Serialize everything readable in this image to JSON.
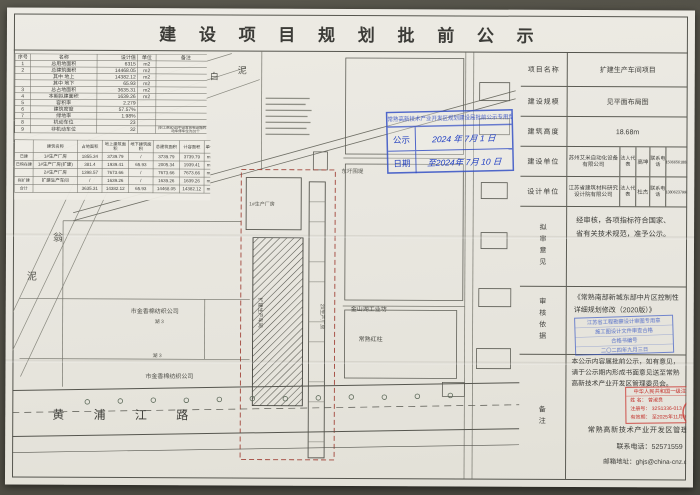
{
  "title": "建 设 项 目 规 划 批 前 公 示",
  "indicators_table": {
    "headers": [
      "序号",
      "名称",
      "设计值",
      "单位",
      "备注"
    ],
    "rows": [
      [
        "1",
        "总用地面积",
        "6315",
        "m2",
        ""
      ],
      [
        "2",
        "总建筑面积",
        "14468.05",
        "m2",
        ""
      ],
      [
        "",
        "其中 地上",
        "14382.12",
        "m2",
        ""
      ],
      [
        "",
        "其中 地下",
        "65.93",
        "m2",
        ""
      ],
      [
        "3",
        "总占地面积",
        "3635.31",
        "m2",
        ""
      ],
      [
        "4",
        "本期拟建面积",
        "1639.26",
        "m2",
        ""
      ],
      [
        "5",
        "容积率",
        "2.279",
        "",
        ""
      ],
      [
        "6",
        "建筑密度",
        "57.57%",
        "",
        ""
      ],
      [
        "7",
        "绿地率",
        "1.98%",
        "",
        ""
      ],
      [
        "8",
        "机动车位",
        "23",
        "",
        ""
      ],
      [
        "9",
        "非机动车位",
        "32",
        "",
        "(职工数80)其中设置充电设施的非机动车停车位为20个"
      ]
    ]
  },
  "buildings_table": {
    "headers": [
      "",
      "建筑名称",
      "占地面积",
      "地上建筑面积",
      "地下建筑面积",
      "总建筑面积",
      "计容面积",
      "单位",
      "备注"
    ],
    "rows": [
      [
        "已建",
        "1#生产厂房",
        "1855.34",
        "3739.79",
        "/",
        "3739.79",
        "3739.79",
        "m2",
        ""
      ],
      [
        "已购在建",
        "1#生产厂房(扩建)",
        "381.4",
        "1939.41",
        "65.93",
        "2005.34",
        "1939.41",
        "m2",
        ""
      ],
      [
        "",
        "2#生产厂房",
        "1398.57",
        "7673.66",
        "/",
        "7673.66",
        "7673.66",
        "m2",
        ""
      ],
      [
        "拟扩建",
        "扩建生产车间",
        "/",
        "1639.26",
        "/",
        "1639.26",
        "1639.26",
        "m2",
        ""
      ],
      [
        "合计",
        "",
        "3635.31",
        "14382.12",
        "65.93",
        "14468.05",
        "14382.12",
        "m2",
        ""
      ]
    ]
  },
  "panel": {
    "project_name_label": "项目名称",
    "project_name": "扩建生产车间项目",
    "scale_label": "建设规模",
    "scale": "见平面布局图",
    "height_label": "建筑高度",
    "height": "18.68m",
    "builder_label": "建设单位",
    "builder": "苏州艾米自动化设备有限公司",
    "builder_rep_label": "法人代表",
    "builder_rep": "高坤",
    "builder_tel_label": "联系电话",
    "builder_tel": "15066561888",
    "designer_label": "设计单位",
    "designer": "江苏省建筑材料研究设计院有限公司",
    "designer_rep_label": "法人代表",
    "designer_rep": "杜杰",
    "designer_tel_label": "联系电话",
    "designer_tel": "13806237998",
    "opinion_label": "拟审意见",
    "opinion": "经审核，各项指标符合国家、省有关技术规范，准予公示。",
    "basis_label": "审核依据",
    "basis": "《常熟南部新城东部中片区控制性详细规划修改（2020版）》",
    "remark_label": "备注",
    "remark": "本公示内容属批前公示，如有意见，请于公示期内形成书面意见送至常熟高新技术产业开发区管理委员会。",
    "committee": "常熟高新技术产业开发区管理委员会",
    "tel_label": "联系电话：",
    "tel": "52571559",
    "email_label": "邮箱地址：",
    "email": "ghjs@china-cnz.com"
  },
  "notice_stamp": {
    "header": "常熟高新技术产业开发区规划建设局批前公示专用章",
    "row1_label": "公示",
    "row1_value": "2024 年 7月 1 日",
    "row2_label": "日期",
    "row2_value": "至2024年 7月 10 日"
  },
  "review_stamp": {
    "line1": "江苏省工程勘察设计审图专用章",
    "line2": "施工图设计文件审查合格",
    "line3": "合格书编号",
    "line4": "二〇二四年九月三日"
  },
  "architect_stamp": {
    "title": "中华人民共和国一级注册建筑师",
    "name_line": "姓 名： 曾淑良",
    "reg_line": "注册号： 32S1336-013",
    "valid_line": "有效期： 至2025年11月9日",
    "seal_glyph": "★"
  },
  "map": {
    "road_bottom": "黄 浦 江 路",
    "river_top_1": "白",
    "river_top_2": "泥",
    "river_left_1": "翁",
    "river_left_2": "泥",
    "label_dike": "东圩围堤",
    "label_jinshan": "金山湖工业坊",
    "label_changshu": "常熟红柱",
    "label_cotton1": "市金香棉纺织公司",
    "label_cotton2": "市金香棉纺织公司",
    "label_lake1": "湖 3",
    "label_lake2": "湖 3",
    "site_label_top": "1#生产厂房",
    "site_label_new": "扩建生产车间",
    "site_label_strip": "2#生产厂房"
  }
}
